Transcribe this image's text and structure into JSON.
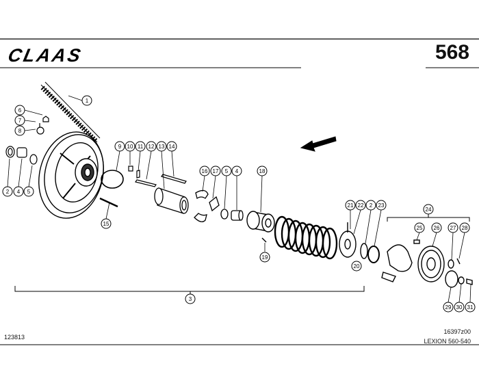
{
  "header": {
    "brand": "CLAAS",
    "page_number": "568"
  },
  "footer": {
    "drawing_number": "123813",
    "figure_code": "16397z00",
    "model": "LEXION 560-540"
  },
  "callouts": [
    "1",
    "2",
    "3",
    "4",
    "5",
    "6",
    "7",
    "8",
    "9",
    "10",
    "11",
    "12",
    "13",
    "14",
    "15",
    "16",
    "17",
    "18",
    "19",
    "20",
    "21",
    "22",
    "23",
    "24",
    "25",
    "26",
    "27",
    "28",
    "29",
    "30",
    "31"
  ]
}
